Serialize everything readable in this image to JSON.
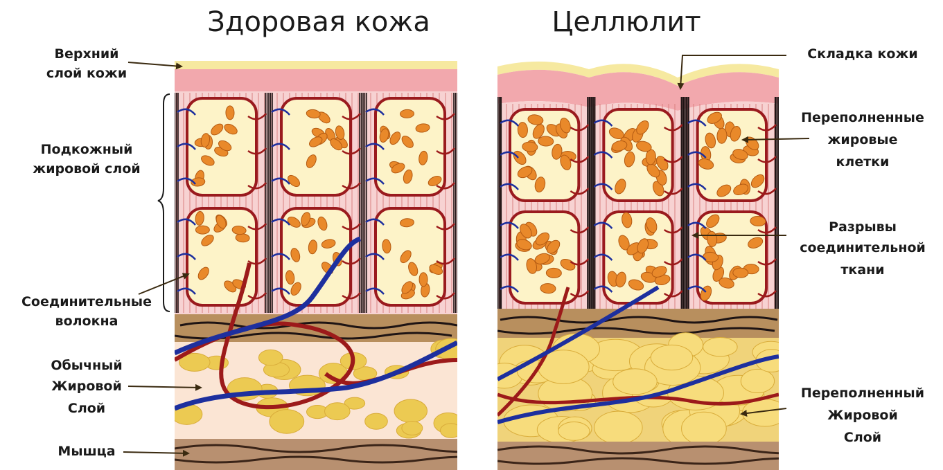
{
  "titles": {
    "healthy": "Здоровая  кожа",
    "cellulite": "Целлюлит"
  },
  "labels_left": {
    "upper_layer": [
      "Верхний",
      "слой кожи"
    ],
    "subcutaneous": [
      "Подкожный",
      "жировой слой"
    ],
    "fibers": [
      "Соединительные",
      "волокна"
    ],
    "normal_fat": [
      "Обычный",
      "Жировой",
      "Слой"
    ],
    "muscle": "Мышца"
  },
  "labels_right": {
    "skin_fold": "Складка кожи",
    "overfilled_cells": [
      "Переполненные",
      "жировые",
      "клетки"
    ],
    "tissue_ruptures": [
      "Разрывы",
      "соединительной",
      "ткани"
    ],
    "overfilled_fat": [
      "Переполненный",
      "Жировой",
      "Слой"
    ]
  },
  "colors": {
    "epidermis": "#f6e9a0",
    "dermis": "#f2a8ad",
    "subcutis": "#f7d2d2",
    "fat_cell_fill": "#fdf3c8",
    "fat_cell_border": "#9a1a1e",
    "lobule": "#e9892a",
    "vein": "#1d2f9e",
    "artery": "#9c1a1a",
    "septa": "#1e1414",
    "connective_band": "#b88f5e",
    "fat_globule": "#ecca52",
    "muscle": "#8a5a3a"
  }
}
